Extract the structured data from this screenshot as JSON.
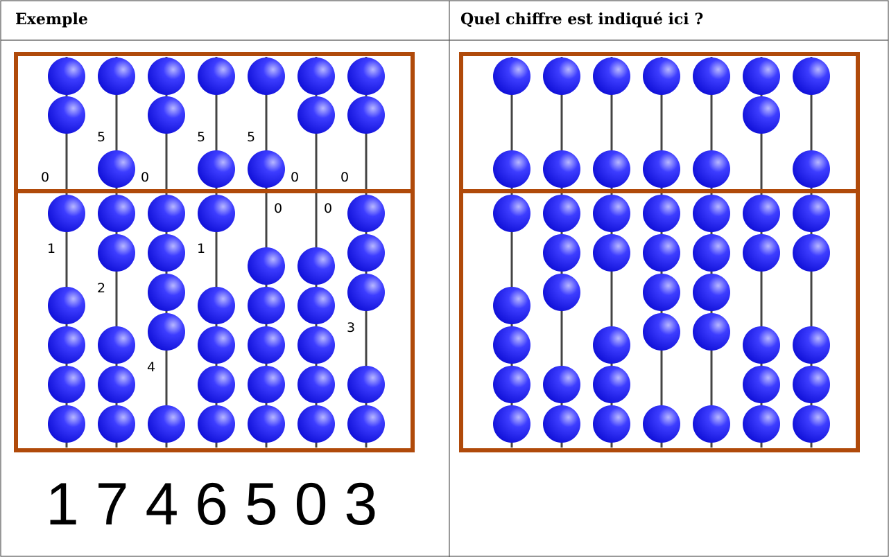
{
  "panels": {
    "left": {
      "title": "Exemple",
      "answer": "1 7 4 6 5 0 3"
    },
    "right": {
      "title": "Quel chiffre est indiqué ici ?"
    }
  },
  "colors": {
    "frame": "#b04a0a",
    "bead_highlight": "#b8b8ff",
    "bead_mid": "#3d3dff",
    "bead_dark": "#1010d8",
    "rod": "#444444",
    "grid": "#555555"
  },
  "abacuses": [
    {
      "name": "example",
      "digits": [
        1,
        7,
        4,
        6,
        5,
        0,
        3
      ],
      "upper_labels": [
        "0",
        "5",
        "0",
        "5",
        "5",
        "0",
        "0"
      ],
      "lower_labels": [
        "1",
        "2",
        "4",
        "1",
        "0",
        "0",
        "3"
      ]
    },
    {
      "name": "question",
      "digits": [
        6,
        8,
        7,
        9,
        9,
        2,
        7
      ]
    }
  ]
}
